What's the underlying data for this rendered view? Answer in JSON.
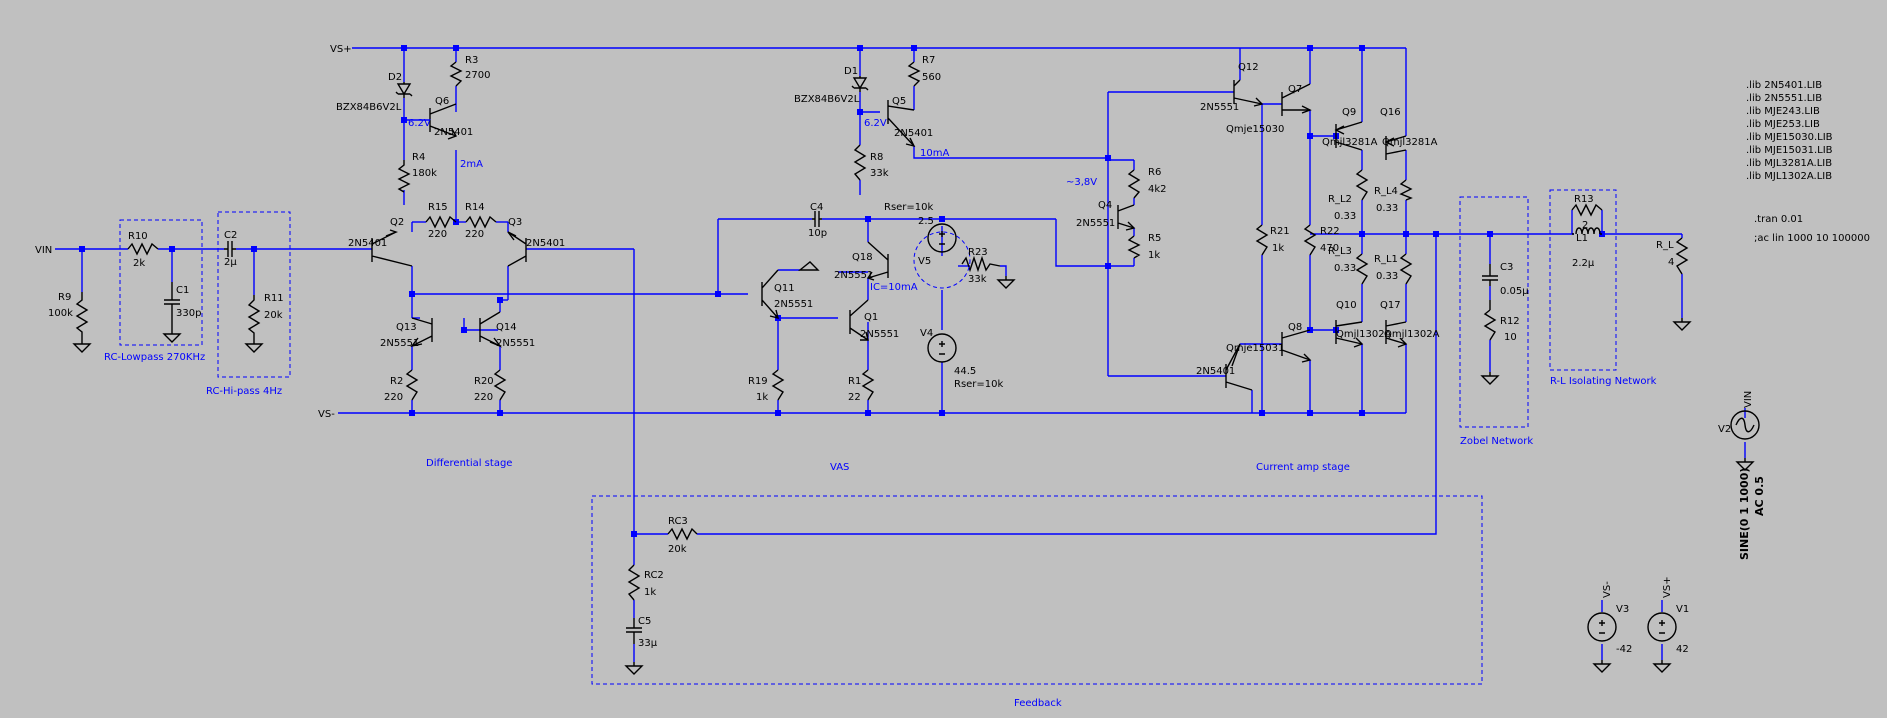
{
  "net_labels": {
    "vs_plus": "VS+",
    "vs_minus": "VS-",
    "vin": "VIN"
  },
  "blocks": {
    "rc_lowpass": "RC-Lowpass 270KHz",
    "rc_hipass": "RC-Hi-pass 4Hz",
    "differential": "Differential stage",
    "vas": "VAS",
    "current_amp": "Current amp stage",
    "zobel": "Zobel Network",
    "rl_isolating": "R-L Isolating Network",
    "feedback": "Feedback"
  },
  "components": {
    "R10": {
      "ref": "R10",
      "val": "2k"
    },
    "R9": {
      "ref": "R9",
      "val": "100k"
    },
    "C1": {
      "ref": "C1",
      "val": "330p"
    },
    "C2": {
      "ref": "C2",
      "val": "2µ"
    },
    "R11": {
      "ref": "R11",
      "val": "20k"
    },
    "D2": {
      "ref": "D2",
      "val": "BZX84B6V2L"
    },
    "R3": {
      "ref": "R3",
      "val": "2700"
    },
    "Q6": {
      "ref": "Q6",
      "val": "2N5401"
    },
    "R4": {
      "ref": "R4",
      "val": "180k"
    },
    "Q2": {
      "ref": "Q2",
      "val": "2N5401"
    },
    "R15": {
      "ref": "R15",
      "val": "220"
    },
    "R14": {
      "ref": "R14",
      "val": "220"
    },
    "Q3": {
      "ref": "Q3",
      "val": "2N5401"
    },
    "Q13": {
      "ref": "Q13",
      "val": "2N5551"
    },
    "Q14": {
      "ref": "Q14",
      "val": "2N5551"
    },
    "R2": {
      "ref": "R2",
      "val": "220"
    },
    "R20": {
      "ref": "R20",
      "val": "220"
    },
    "D1": {
      "ref": "D1",
      "val": "BZX84B6V2L"
    },
    "R7": {
      "ref": "R7",
      "val": "560"
    },
    "Q5": {
      "ref": "Q5",
      "val": "2N5401"
    },
    "R8": {
      "ref": "R8",
      "val": "33k"
    },
    "C4": {
      "ref": "C4",
      "val": "10p"
    },
    "Q11": {
      "ref": "Q11",
      "val": "2N5551"
    },
    "Q18": {
      "ref": "Q18",
      "val": "2N5551"
    },
    "Q1": {
      "ref": "Q1",
      "val": "2N5551"
    },
    "R19": {
      "ref": "R19",
      "val": "1k"
    },
    "R1": {
      "ref": "R1",
      "val": "22"
    },
    "V5": {
      "ref": "V5",
      "val": "2.5",
      "extra": "Rser=10k"
    },
    "R23": {
      "ref": "R23",
      "val": "33k"
    },
    "V4": {
      "ref": "V4",
      "val": "44.5",
      "extra": "Rser=10k"
    },
    "R6": {
      "ref": "R6",
      "val": "4k2"
    },
    "R5": {
      "ref": "R5",
      "val": "1k"
    },
    "Q4": {
      "ref": "Q4",
      "val": "2N5551"
    },
    "Q12": {
      "ref": "Q12",
      "val": "2N5551"
    },
    "Q7": {
      "ref": "Q7",
      "val": "Qmje15030"
    },
    "R21": {
      "ref": "R21",
      "val": "1k"
    },
    "R22": {
      "ref": "R22",
      "val": "470"
    },
    "Q8": {
      "ref": "Q8",
      "val": "Qmje15031"
    },
    "Q15": {
      "ref": "",
      "val": "2N5401"
    },
    "Q9": {
      "ref": "Q9",
      "val": "Qmjl3281A"
    },
    "Q16": {
      "ref": "Q16",
      "val": "Qmjl3281A"
    },
    "Q10": {
      "ref": "Q10",
      "val": "Qmjl1302A"
    },
    "Q17": {
      "ref": "Q17",
      "val": "Qmjl1302A"
    },
    "R_L2": {
      "ref": "R_L2",
      "val": "0.33"
    },
    "R_L4": {
      "ref": "R_L4",
      "val": "0.33"
    },
    "R_L3": {
      "ref": "R_L3",
      "val": "0.33"
    },
    "R_L1": {
      "ref": "R_L1",
      "val": "0.33"
    },
    "C3": {
      "ref": "C3",
      "val": "0.05µ"
    },
    "R12": {
      "ref": "R12",
      "val": "10"
    },
    "R13": {
      "ref": "R13",
      "val": "2"
    },
    "L1": {
      "ref": "L1",
      "val": "2.2µ"
    },
    "R_L": {
      "ref": "R_L",
      "val": "4"
    },
    "RC3": {
      "ref": "RC3",
      "val": "20k"
    },
    "RC2": {
      "ref": "RC2",
      "val": "1k"
    },
    "C5": {
      "ref": "C5",
      "val": "33µ"
    },
    "V2": {
      "ref": "V2",
      "val": "SINE(0 1 1000)",
      "extra": "AC 0.5"
    },
    "V3": {
      "ref": "V3",
      "val": "-42"
    },
    "V1": {
      "ref": "V1",
      "val": "42"
    }
  },
  "annotations": {
    "d2_v": "6.2V",
    "d1_v": "6.2V",
    "i_2ma": "2mA",
    "i_10ma": "10mA",
    "ic_10ma": "IC=10mA",
    "v_38": "~3,8V"
  },
  "directives": {
    "libs": [
      ".lib 2N5401.LIB",
      ".lib 2N5551.LIB",
      ".lib MJE243.LIB",
      ".lib MJE253.LIB",
      ".lib MJE15030.LIB",
      ".lib MJE15031.LIB",
      ".lib MJL3281A.LIB",
      ".lib MJL1302A.LIB"
    ],
    "tran": ".tran 0.01",
    "ac": ";ac lin 1000 10 100000"
  },
  "colors": {
    "wire": "#0000ff",
    "component": "#000000",
    "background": "#c0c0c0"
  }
}
